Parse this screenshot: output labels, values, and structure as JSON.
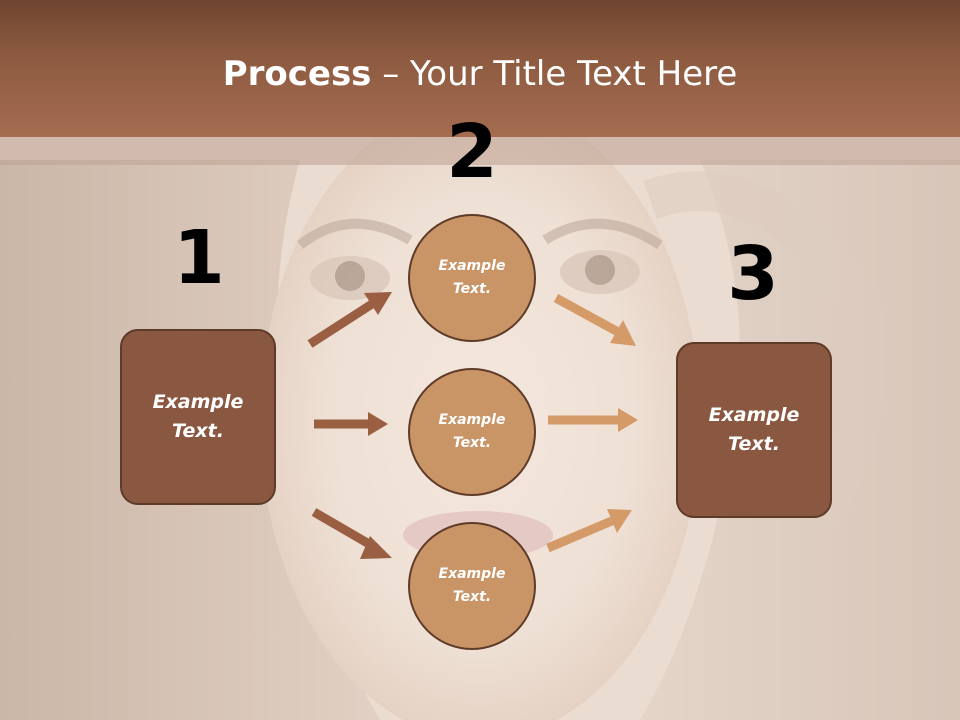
{
  "slide": {
    "title_bold": "Process",
    "title_rest": " – Your Title Text Here"
  },
  "steps": {
    "left": {
      "number": "1",
      "label_line1": "Example",
      "label_line2": "Text."
    },
    "middle": {
      "number": "2",
      "items": [
        {
          "label_line1": "Example",
          "label_line2": "Text."
        },
        {
          "label_line1": "Example",
          "label_line2": "Text."
        },
        {
          "label_line1": "Example",
          "label_line2": "Text."
        }
      ]
    },
    "right": {
      "number": "3",
      "label_line1": "Example",
      "label_line2": "Text."
    }
  },
  "colors": {
    "header": "#8c5a40",
    "box_fill": "#8a5740",
    "circle_fill": "#c99566",
    "arrow_left": "#9a5e42",
    "arrow_right": "#d49a68",
    "outline": "#5e3b28"
  }
}
